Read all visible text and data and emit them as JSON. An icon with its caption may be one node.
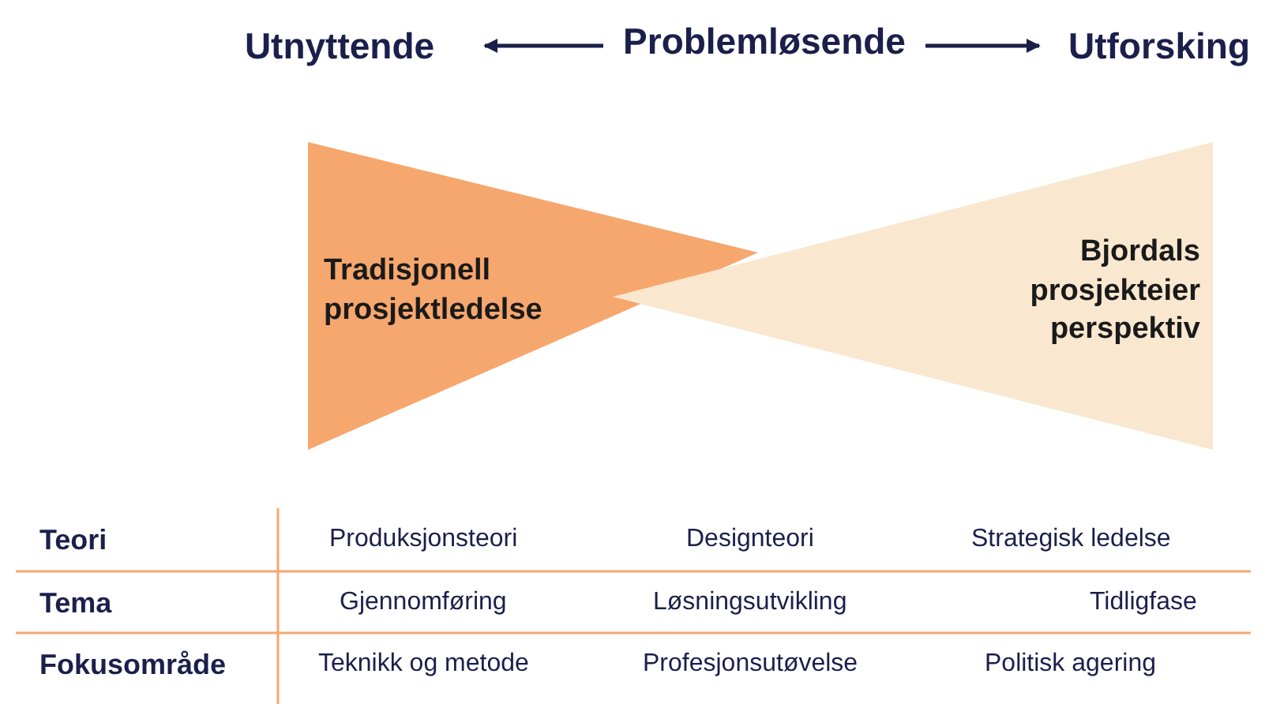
{
  "diagram": {
    "nodes": [
      {
        "text": [
          "Utnyttende"
        ]
      },
      {
        "text": [
          "Problemløsende"
        ]
      },
      {
        "text": [
          "Utforsking"
        ]
      },
      {
        "text": [
          "Tradisjonell prosjektledelse"
        ]
      },
      {
        "text": [
          "Bjordals prosjekteier perspektiv"
        ]
      }
    ],
    "edges": [
      {
        "from": 1,
        "to": 0,
        "arrow": "to"
      },
      {
        "from": 1,
        "to": 2,
        "arrow": "to"
      }
    ],
    "labels": [
      "Teori",
      "Produksjonsteori",
      "Designteori",
      "Strategisk ledelse",
      "Tema",
      "Gjennomføring",
      "Løsningsutvikling",
      "Tidligfase",
      "Fokusområde",
      "Teknikk og metode",
      "Profesjonsutøvelse",
      "Politisk agering"
    ]
  }
}
